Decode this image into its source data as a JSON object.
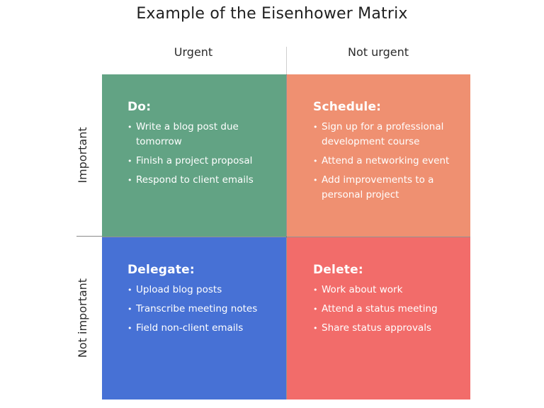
{
  "title": "Example of the Eisenhower Matrix",
  "columns": {
    "urgent": "Urgent",
    "not_urgent": "Not urgent"
  },
  "rows": {
    "important": "Important",
    "not_important": "Not important"
  },
  "colors": {
    "do": "#62a384",
    "schedule": "#ef9071",
    "delegate": "#4771d5",
    "delete": "#f26c6a"
  },
  "quadrants": {
    "do": {
      "title": "Do:",
      "items": [
        "Write a blog post due tomorrow",
        "Finish a project proposal",
        "Respond to client emails"
      ]
    },
    "schedule": {
      "title": "Schedule:",
      "items": [
        "Sign up for a professional development course",
        "Attend a networking event",
        "Add improvements to a personal project"
      ]
    },
    "delegate": {
      "title": "Delegate:",
      "items": [
        "Upload blog posts",
        "Transcribe meeting notes",
        "Field non-client emails"
      ]
    },
    "delete": {
      "title": "Delete:",
      "items": [
        "Work about work",
        "Attend a status meeting",
        "Share status approvals"
      ]
    }
  }
}
